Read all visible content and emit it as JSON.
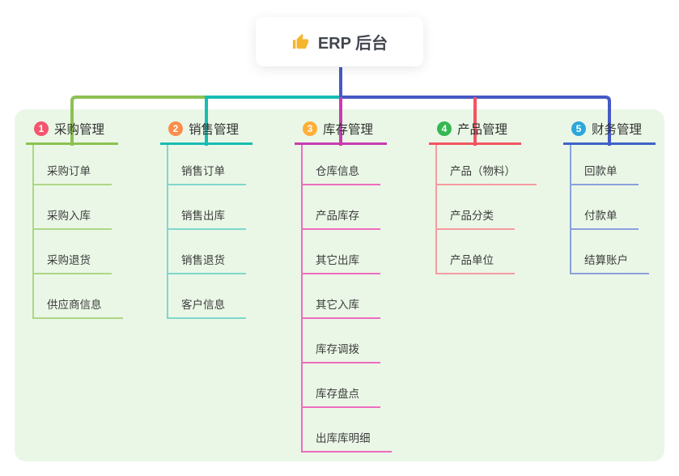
{
  "root": {
    "icon": "thumbs-up",
    "icon_color": "#f5b52e",
    "label": "ERP 后台"
  },
  "canvas": {
    "background": "#ffffff",
    "panel_background": "#eaf7e6",
    "connector_blue": "#4659c6"
  },
  "branches": [
    {
      "badge": "1",
      "label": "采购管理",
      "badge_color": "#f3556e",
      "line_color": "#8cc152",
      "child_line_color": "#aed687",
      "children": [
        "采购订单",
        "采购入库",
        "采购退货",
        "供应商信息"
      ]
    },
    {
      "badge": "2",
      "label": "销售管理",
      "badge_color": "#fb8d4a",
      "line_color": "#17bdb3",
      "child_line_color": "#7fd6ce",
      "children": [
        "销售订单",
        "销售出库",
        "销售退货",
        "客户信息"
      ]
    },
    {
      "badge": "3",
      "label": "库存管理",
      "badge_color": "#ffae38",
      "line_color": "#ca3cb2",
      "child_line_color": "#ee6cc0",
      "children": [
        "仓库信息",
        "产品库存",
        "其它出库",
        "其它入库",
        "库存调拨",
        "库存盘点",
        "出库库明细"
      ]
    },
    {
      "badge": "4",
      "label": "产品管理",
      "badge_color": "#35b853",
      "line_color": "#f25560",
      "child_line_color": "#f79ba1",
      "children": [
        "产品（物料）",
        "产品分类",
        "产品单位"
      ]
    },
    {
      "badge": "5",
      "label": "财务管理",
      "badge_color": "#2ba7dc",
      "line_color": "#3e63c8",
      "child_line_color": "#8aa0dc",
      "children": [
        "回款单",
        "付款单",
        "结算账户"
      ]
    }
  ]
}
